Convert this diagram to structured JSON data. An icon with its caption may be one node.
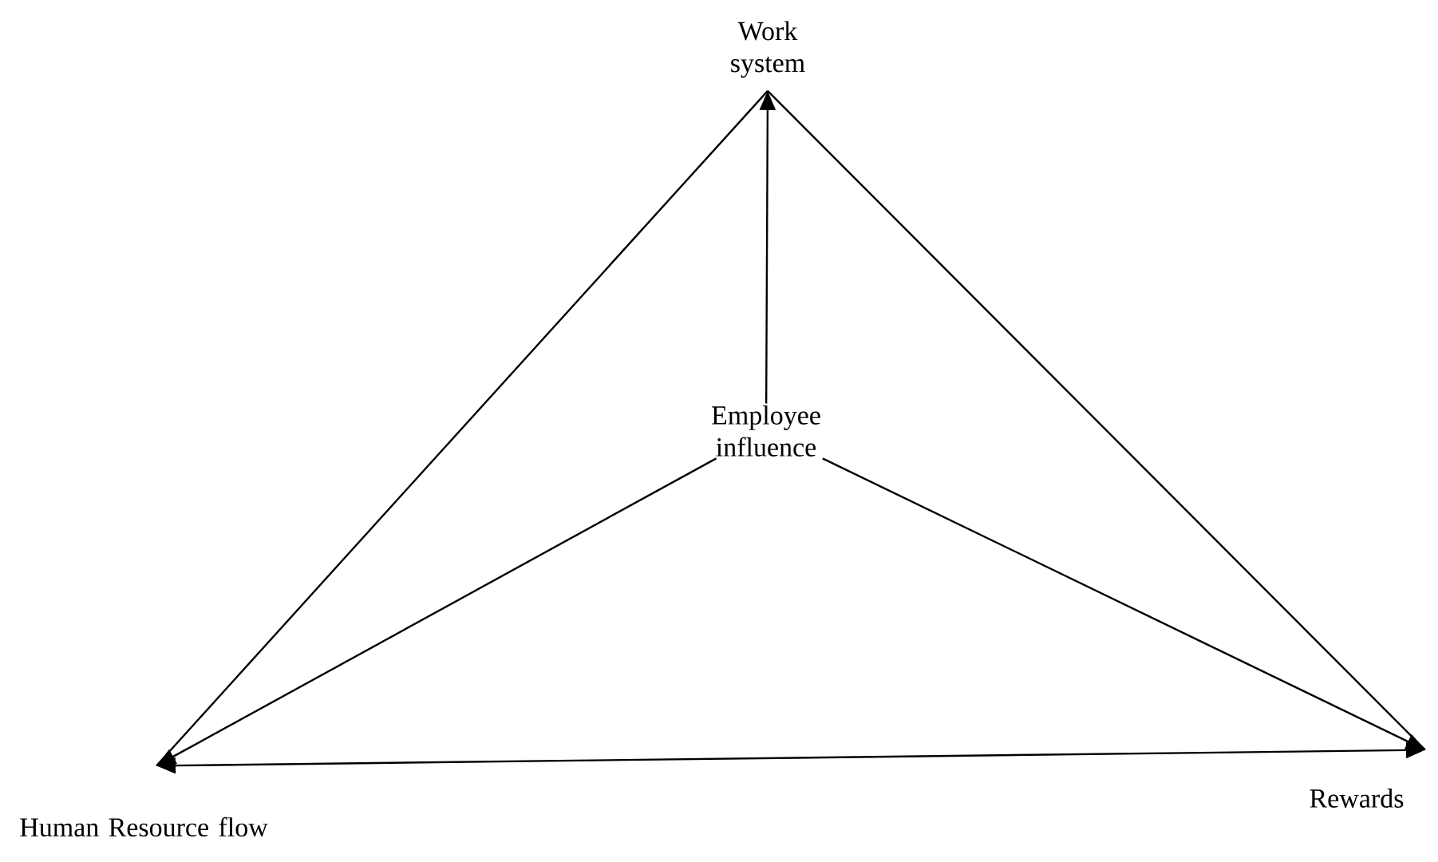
{
  "diagram": {
    "nodes": [
      {
        "text": [
          "Work system"
        ]
      },
      {
        "text": [
          "Employee influence"
        ]
      },
      {
        "text": [
          "Human Resource flow"
        ]
      },
      {
        "text": [
          "Rewards"
        ]
      }
    ],
    "edges": [
      {
        "from": 1,
        "to": 0,
        "arrow": "to"
      },
      {
        "from": 1,
        "to": 2,
        "arrow": "to"
      },
      {
        "from": 1,
        "to": 3,
        "arrow": "to"
      },
      {
        "from": 2,
        "to": 3,
        "arrow": "both"
      },
      {
        "from": 0,
        "to": 2,
        "arrow": "none"
      },
      {
        "from": 0,
        "to": 3,
        "arrow": "none"
      }
    ]
  }
}
